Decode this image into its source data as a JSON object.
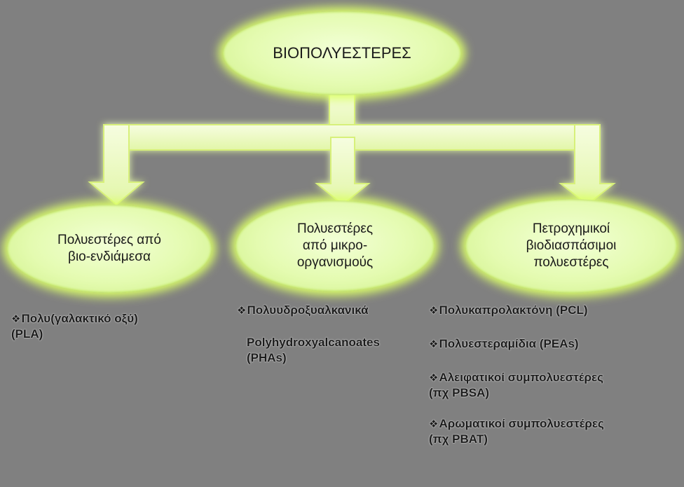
{
  "diagram": {
    "root": "ΒΙΟΠΟΛΥΕΣΤΕΡΕΣ",
    "branches": [
      {
        "label": "Πολυεστέρες από\nβιο-ενδιάμεσα",
        "items": [
          "Πολυ(γαλακτικό οξύ)\n(PLA)"
        ]
      },
      {
        "label": "Πολυεστέρες\nαπό μικρο-\nοργανισμούς",
        "items": [
          "Πολυυδροξυαλκανικά",
          "Polyhydroxyalcanoates\n(PHAs)"
        ]
      },
      {
        "label": "Πετροχημικοί\nβιοδιασπάσιμοι\nπολυεστέρες",
        "items": [
          "Πολυκαπρολακτόνη (PCL)",
          "Πολυεστεραμίδια (PEAs)",
          "Αλειφατικοί συμπολυεστέρες\n(πχ PBSA)",
          "Αρωματικοί συμπολυεστέρες\n(πχ PBAT)"
        ]
      }
    ],
    "colors": {
      "background": "#808080",
      "node_fill": "#e4fbb0",
      "glow": "#dcff6a",
      "connector": "#edf8c8"
    },
    "bullet_icon": "diamond-bullet-icon"
  }
}
